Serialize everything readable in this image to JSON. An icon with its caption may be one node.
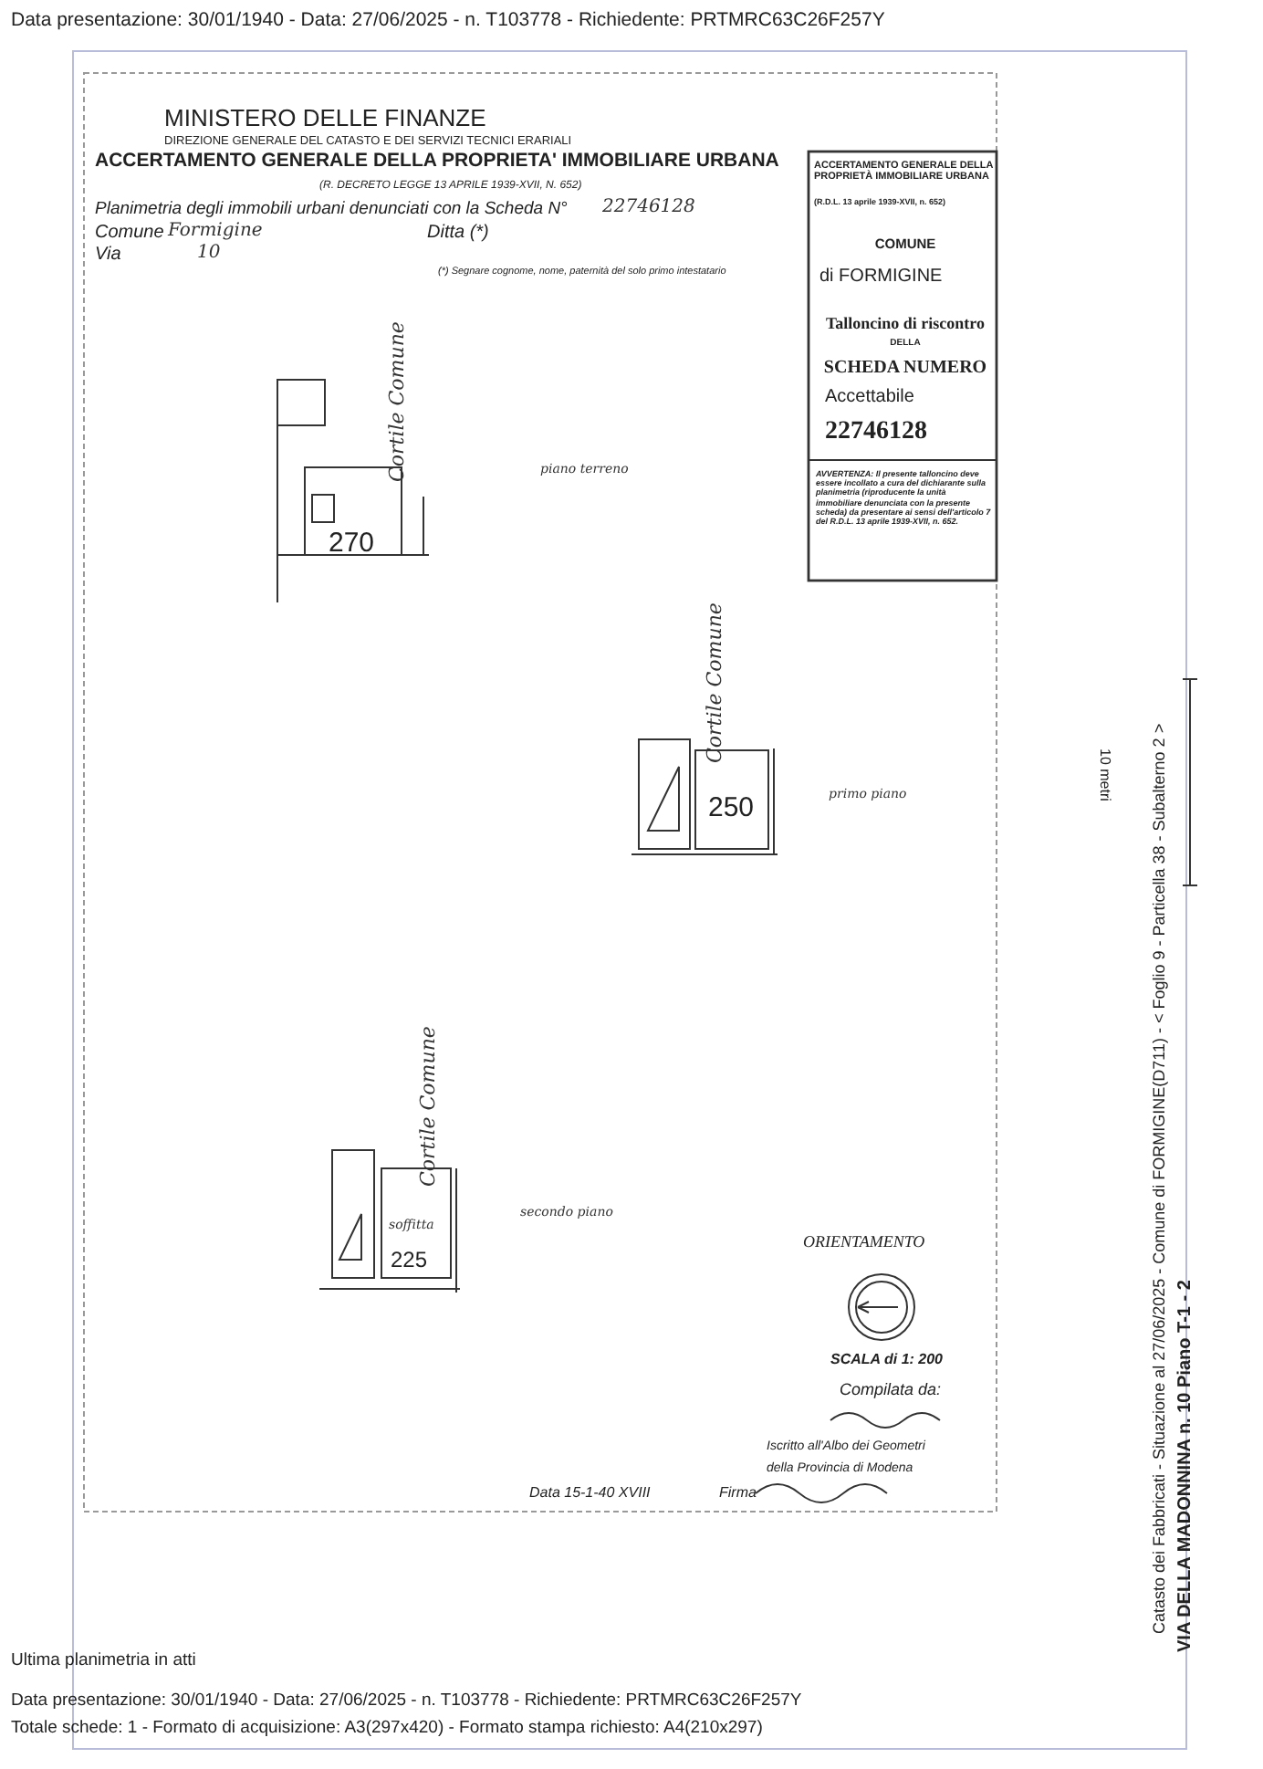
{
  "diagram": {
    "labels": [
      "Data presentazione: 30/01/1940 - Data: 27/06/2025 - n. T103778 - Richiedente: PRTMRC63C26F257Y",
      "MINISTERO DELLE FINANZE",
      "DIREZIONE GENERALE DEL CATASTO E DEI SERVIZI TECNICI ERARIALI",
      "ACCERTAMENTO GENERALE DELLA PROPRIETA' IMMOBILIARE URBANA",
      "(R. DECRETO LEGGE 13 APRILE 1939-XVII, N. 652)",
      "Planimetria degli immobili urbani denunciati con la Scheda N°",
      "22746128",
      "Comune",
      "Formigine",
      "Ditta (*)",
      "Via",
      "10",
      "(*) Segnare cognome, nome, paternità del solo primo intestatario",
      "ACCERTAMENTO GENERALE DELLA PROPRIETÀ IMMOBILIARE URBANA",
      "(R.D.L. 13 aprile 1939-XVII, n. 652)",
      "COMUNE",
      "di FORMIGINE",
      "Talloncino di riscontro",
      "DELLA",
      "SCHEDA NUMERO",
      "Accettabile",
      "22746128",
      "AVVERTENZA: Il presente talloncino deve essere incollato a cura del dichiarante sulla planimetria (riproducente la unità immobiliare denunciata con la presente scheda) da presentare ai sensi dell'articolo 7 del R.D.L. 13 aprile 1939-XVII, n. 652.",
      "270",
      "Cortile Comune",
      "piano terreno",
      "250",
      "Cortile Comune",
      "primo piano",
      "soffitta",
      "225",
      "Cortile Comune",
      "secondo piano",
      "ORIENTAMENTO",
      "SCALA di 1: 200",
      "Compilata da:",
      "Iscritto all'Albo dei Geometri",
      "della Provincia di Modena",
      "Data 15-1-40 XVIII",
      "Firma",
      "10 metri",
      "Catasto dei Fabbricati - Situazione al 27/06/2025 - Comune di FORMIGINE(D711) - < Foglio 9 - Particella 38 - Subalterno 2 >",
      "VIA DELLA MADONNINA n. 10 Piano T-1 - 2",
      "Ultima planimetria in atti",
      "Data presentazione: 30/01/1940 - Data: 27/06/2025 - n. T103778 - Richiedente: PRTMRC63C26F257Y",
      "Totale schede: 1 - Formato di acquisizione: A3(297x420) - Formato stampa richiesto: A4(210x297)"
    ]
  }
}
